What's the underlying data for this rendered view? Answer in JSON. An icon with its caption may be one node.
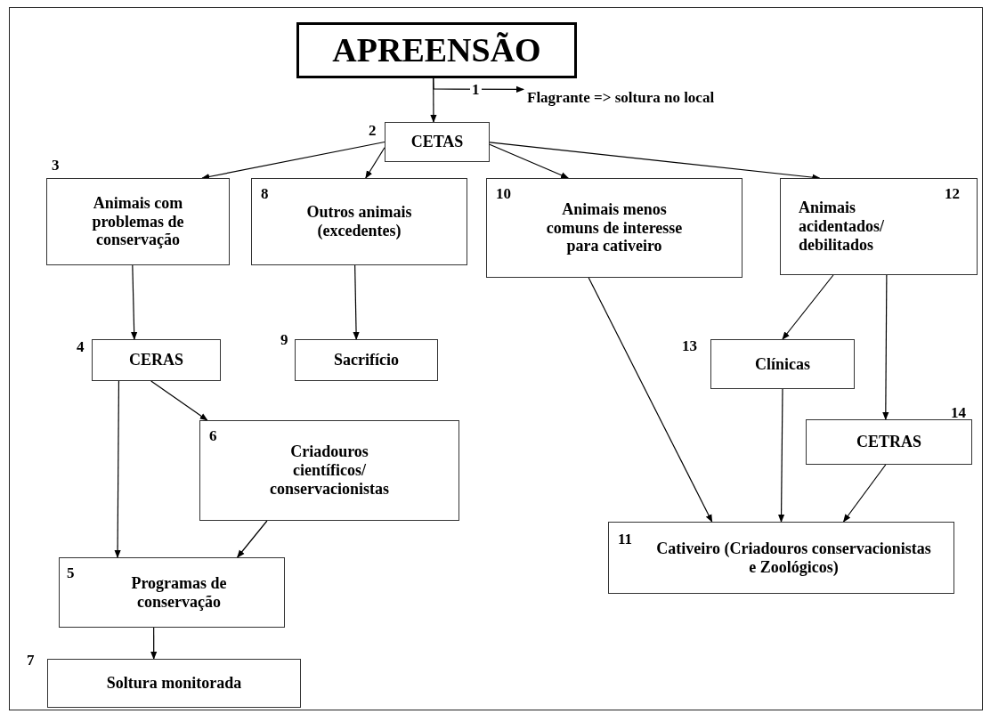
{
  "diagram": {
    "nodes": [
      {
        "text": [
          "APREENSÃO"
        ]
      },
      {
        "text": [
          "Flagrante => soltura no local"
        ]
      },
      {
        "text": [
          "CETAS"
        ],
        "beside": [
          "2"
        ]
      },
      {
        "text": [
          "Animais com problemas de conservação"
        ],
        "beside": [
          "3"
        ]
      },
      {
        "text": [
          "8",
          "Outros animais (excedentes)"
        ]
      },
      {
        "text": [
          "10",
          "Animais menos comuns de interesse para cativeiro"
        ]
      },
      {
        "text": [
          "12",
          "Animais acidentados/ debilitados"
        ]
      },
      {
        "text": [
          "CERAS"
        ],
        "beside": [
          "4"
        ]
      },
      {
        "text": [
          "Sacrifício"
        ],
        "beside": [
          "9"
        ]
      },
      {
        "text": [
          "Clínicas"
        ],
        "beside": [
          "13"
        ]
      },
      {
        "text": [
          "6",
          "Criadouros científicos/ conservacionistas"
        ]
      },
      {
        "text": [
          "CETRAS"
        ],
        "beside": [
          "14"
        ]
      },
      {
        "text": [
          "5",
          "Programas de conservação"
        ]
      },
      {
        "text": [
          "11",
          "Cativeiro (Criadouros conservacionistas e Zoológicos)"
        ]
      },
      {
        "text": [
          "Soltura monitorada"
        ],
        "beside": [
          "7"
        ]
      }
    ],
    "edges": [
      {
        "from": 0,
        "to": 1,
        "arrow": "to",
        "label": "1"
      },
      {
        "from": 0,
        "to": 2,
        "arrow": "to"
      },
      {
        "from": 2,
        "to": 3,
        "arrow": "to"
      },
      {
        "from": 2,
        "to": 4,
        "arrow": "to"
      },
      {
        "from": 2,
        "to": 5,
        "arrow": "to"
      },
      {
        "from": 2,
        "to": 6,
        "arrow": "to"
      },
      {
        "from": 3,
        "to": 7,
        "arrow": "to"
      },
      {
        "from": 4,
        "to": 8,
        "arrow": "to"
      },
      {
        "from": 6,
        "to": 9,
        "arrow": "to"
      },
      {
        "from": 6,
        "to": 11,
        "arrow": "to"
      },
      {
        "from": 7,
        "to": 10,
        "arrow": "to"
      },
      {
        "from": 7,
        "to": 12,
        "arrow": "to"
      },
      {
        "from": 10,
        "to": 12,
        "arrow": "to"
      },
      {
        "from": 5,
        "to": 13,
        "arrow": "to"
      },
      {
        "from": 9,
        "to": 13,
        "arrow": "to"
      },
      {
        "from": 11,
        "to": 13,
        "arrow": "to"
      },
      {
        "from": 12,
        "to": 14,
        "arrow": "to"
      }
    ]
  }
}
